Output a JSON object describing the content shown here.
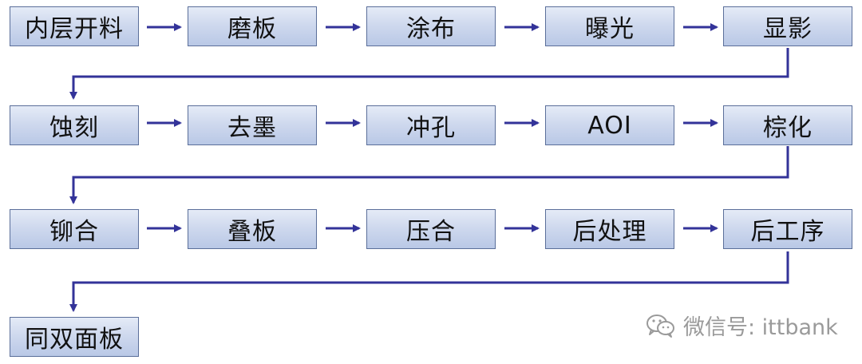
{
  "diagram": {
    "steps": [
      [
        "内层开料",
        "磨板",
        "涂布",
        "曝光",
        "显影"
      ],
      [
        "蚀刻",
        "去墨",
        "冲孔",
        "AOI",
        "棕化"
      ],
      [
        "铆合",
        "叠板",
        "压合",
        "后处理",
        "后工序"
      ],
      [
        "同双面板"
      ]
    ]
  },
  "watermark": {
    "icon": "wechat-icon",
    "text": "微信号: ittbank"
  },
  "colors": {
    "arrow": "#333399",
    "box_border": "#5b6f9a",
    "box_fill_top": "#e5ebf7",
    "box_fill_bottom": "#b9c8e6",
    "watermark": "#9a9a9a"
  }
}
